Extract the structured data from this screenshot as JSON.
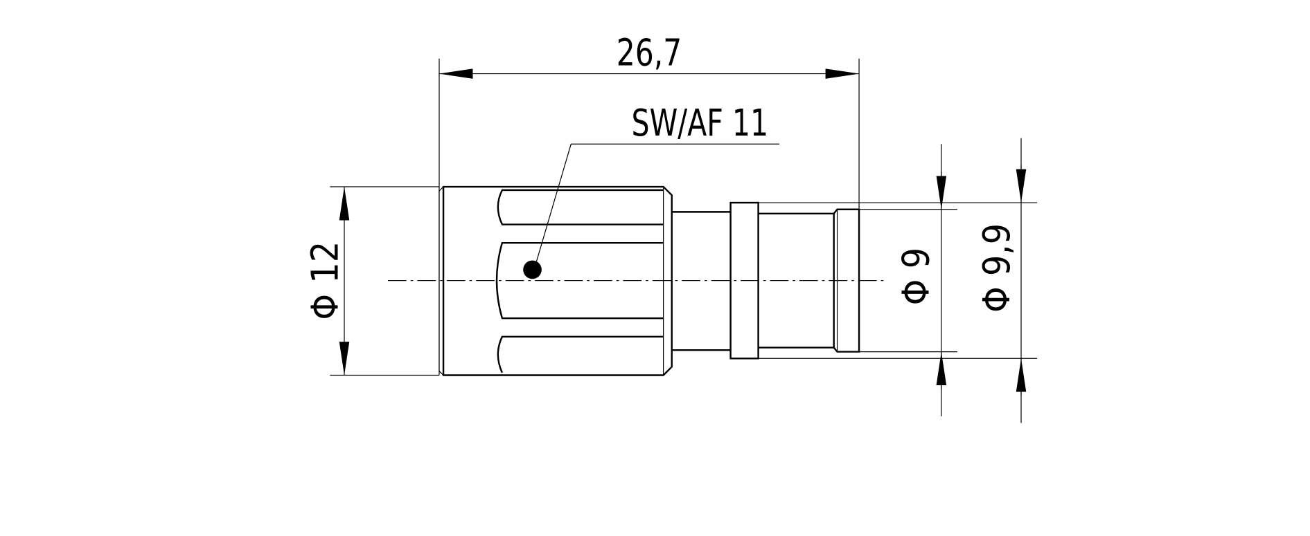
{
  "drawing": {
    "length_dimension": "26,7",
    "wrench_size_label": "SW/AF 11",
    "diameter_nut": "Φ 12",
    "diameter_body": "Φ 9",
    "diameter_collar": "Φ 9,9"
  }
}
